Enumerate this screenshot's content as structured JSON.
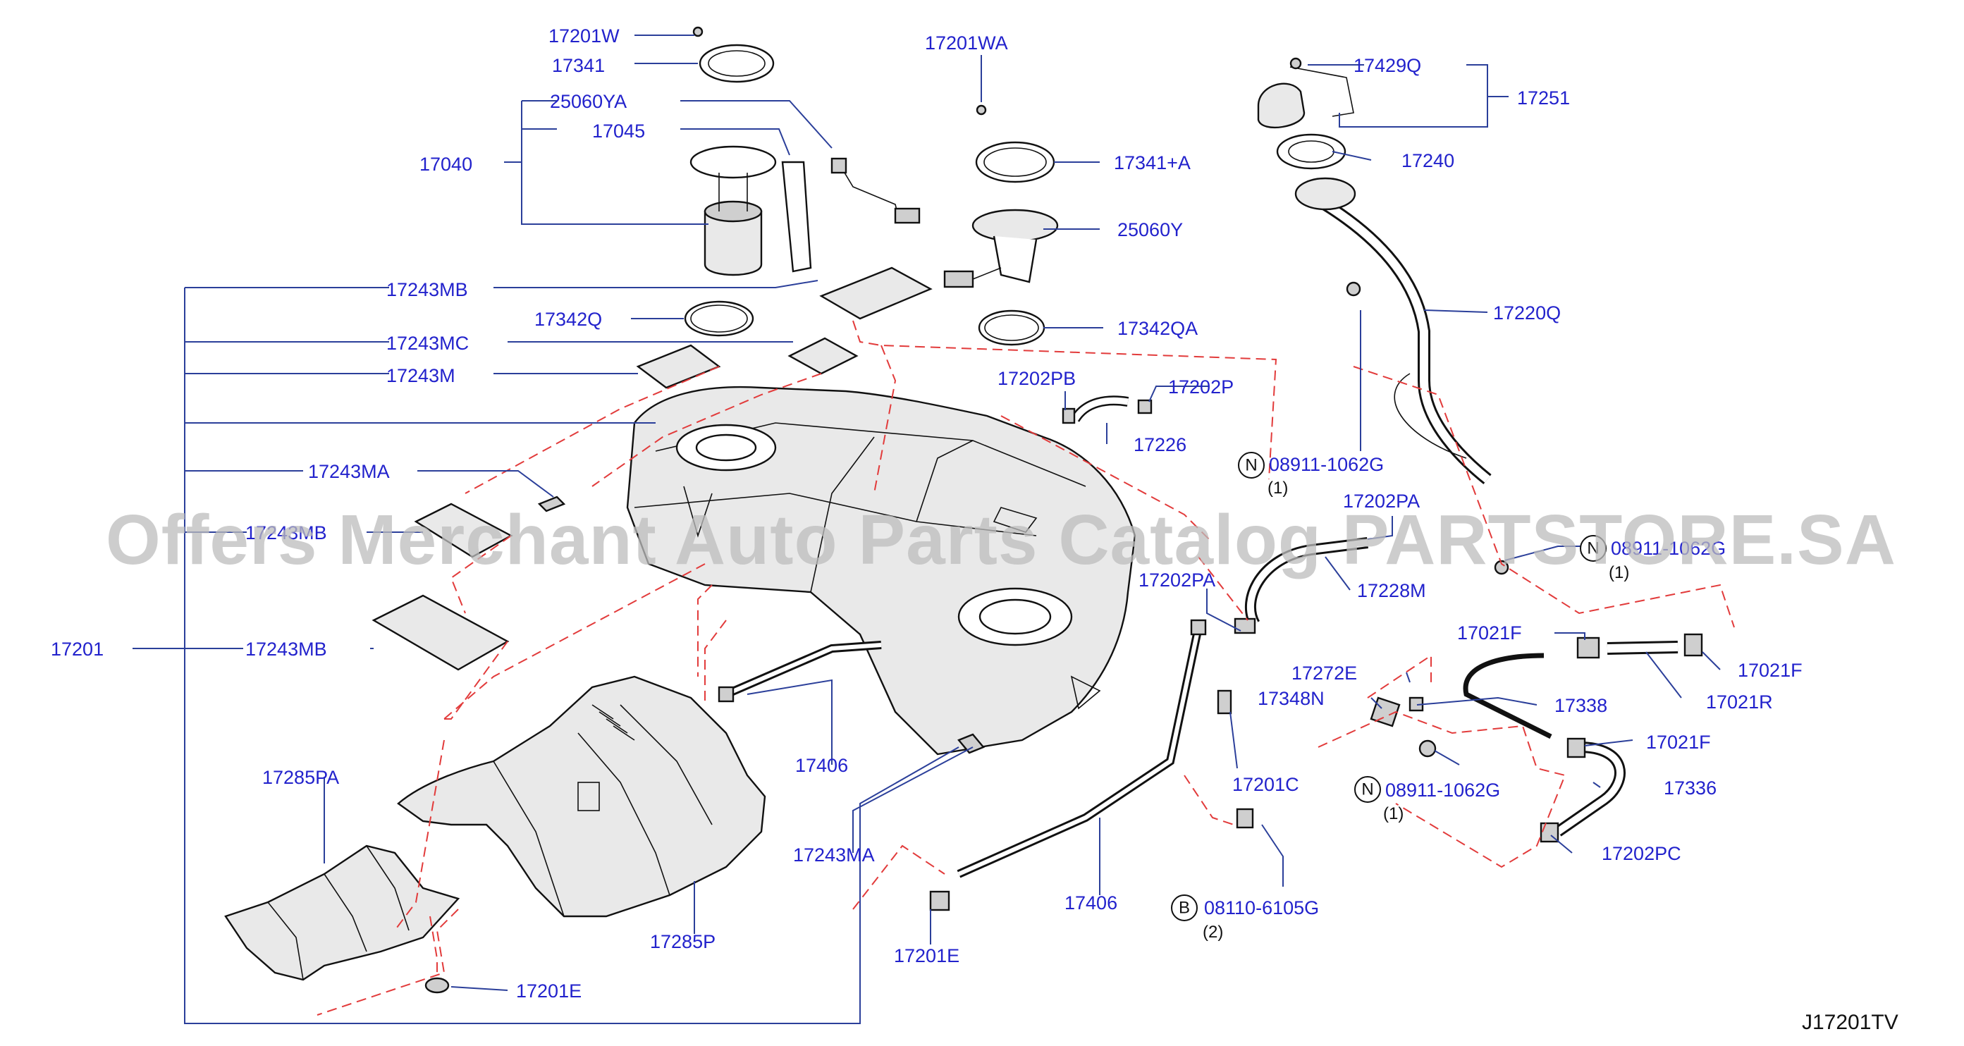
{
  "labels": {
    "p17201W": "17201W",
    "p17341": "17341",
    "p25060YA": "25060YA",
    "p17045": "17045",
    "p17040": "17040",
    "p17201WA": "17201WA",
    "p17341A": "17341+A",
    "p25060Y": "25060Y",
    "p17243MB_top": "17243MB",
    "p17342Q": "17342Q",
    "p17342QA": "17342QA",
    "p17243MC": "17243MC",
    "p17243M": "17243M",
    "p17202PB": "17202PB",
    "p17202P": "17202P",
    "p17226": "17226",
    "p17243MA_left": "17243MA",
    "p17243MB_mid": "17243MB",
    "p17201": "17201",
    "p17243MB_low": "17243MB",
    "p17429Q": "17429Q",
    "p17251": "17251",
    "p17240": "17240",
    "p17220Q": "17220Q",
    "p08911_a": "08911-1062G",
    "p17202PA_a": "17202PA",
    "p08911_b": "08911-1062G",
    "p17228M": "17228M",
    "p17202PA_b": "17202PA",
    "p17021F_a": "17021F",
    "p17021F_b": "17021F",
    "p17021R": "17021R",
    "p17272E": "17272E",
    "p17348N": "17348N",
    "p17338": "17338",
    "p17021F_c": "17021F",
    "p17201C": "17201C",
    "p08911_c": "08911-1062G",
    "p17336": "17336",
    "p17202PC": "17202PC",
    "p17406_a": "17406",
    "p17243MA_low": "17243MA",
    "p17285PA": "17285PA",
    "p17285P": "17285P",
    "p17406_b": "17406",
    "p08110": "08110-6105G",
    "p17201E_a": "17201E",
    "p17201E_b": "17201E"
  },
  "qty": {
    "q_a": "(1)",
    "q_b": "(1)",
    "q_c": "(1)",
    "q_d": "(2)"
  },
  "markers": {
    "n_a": "N",
    "n_b": "N",
    "n_c": "N",
    "b_a": "B"
  },
  "diagram_code": "J17201TV",
  "watermark": "Offers Merchant Auto Parts Catalog PARTSTORE.SA",
  "colors": {
    "label_text": "#2222cc",
    "leader_line": "#2b3f9a",
    "dashed_guide": "#e23b3b",
    "watermark": "#bdbdbd"
  }
}
